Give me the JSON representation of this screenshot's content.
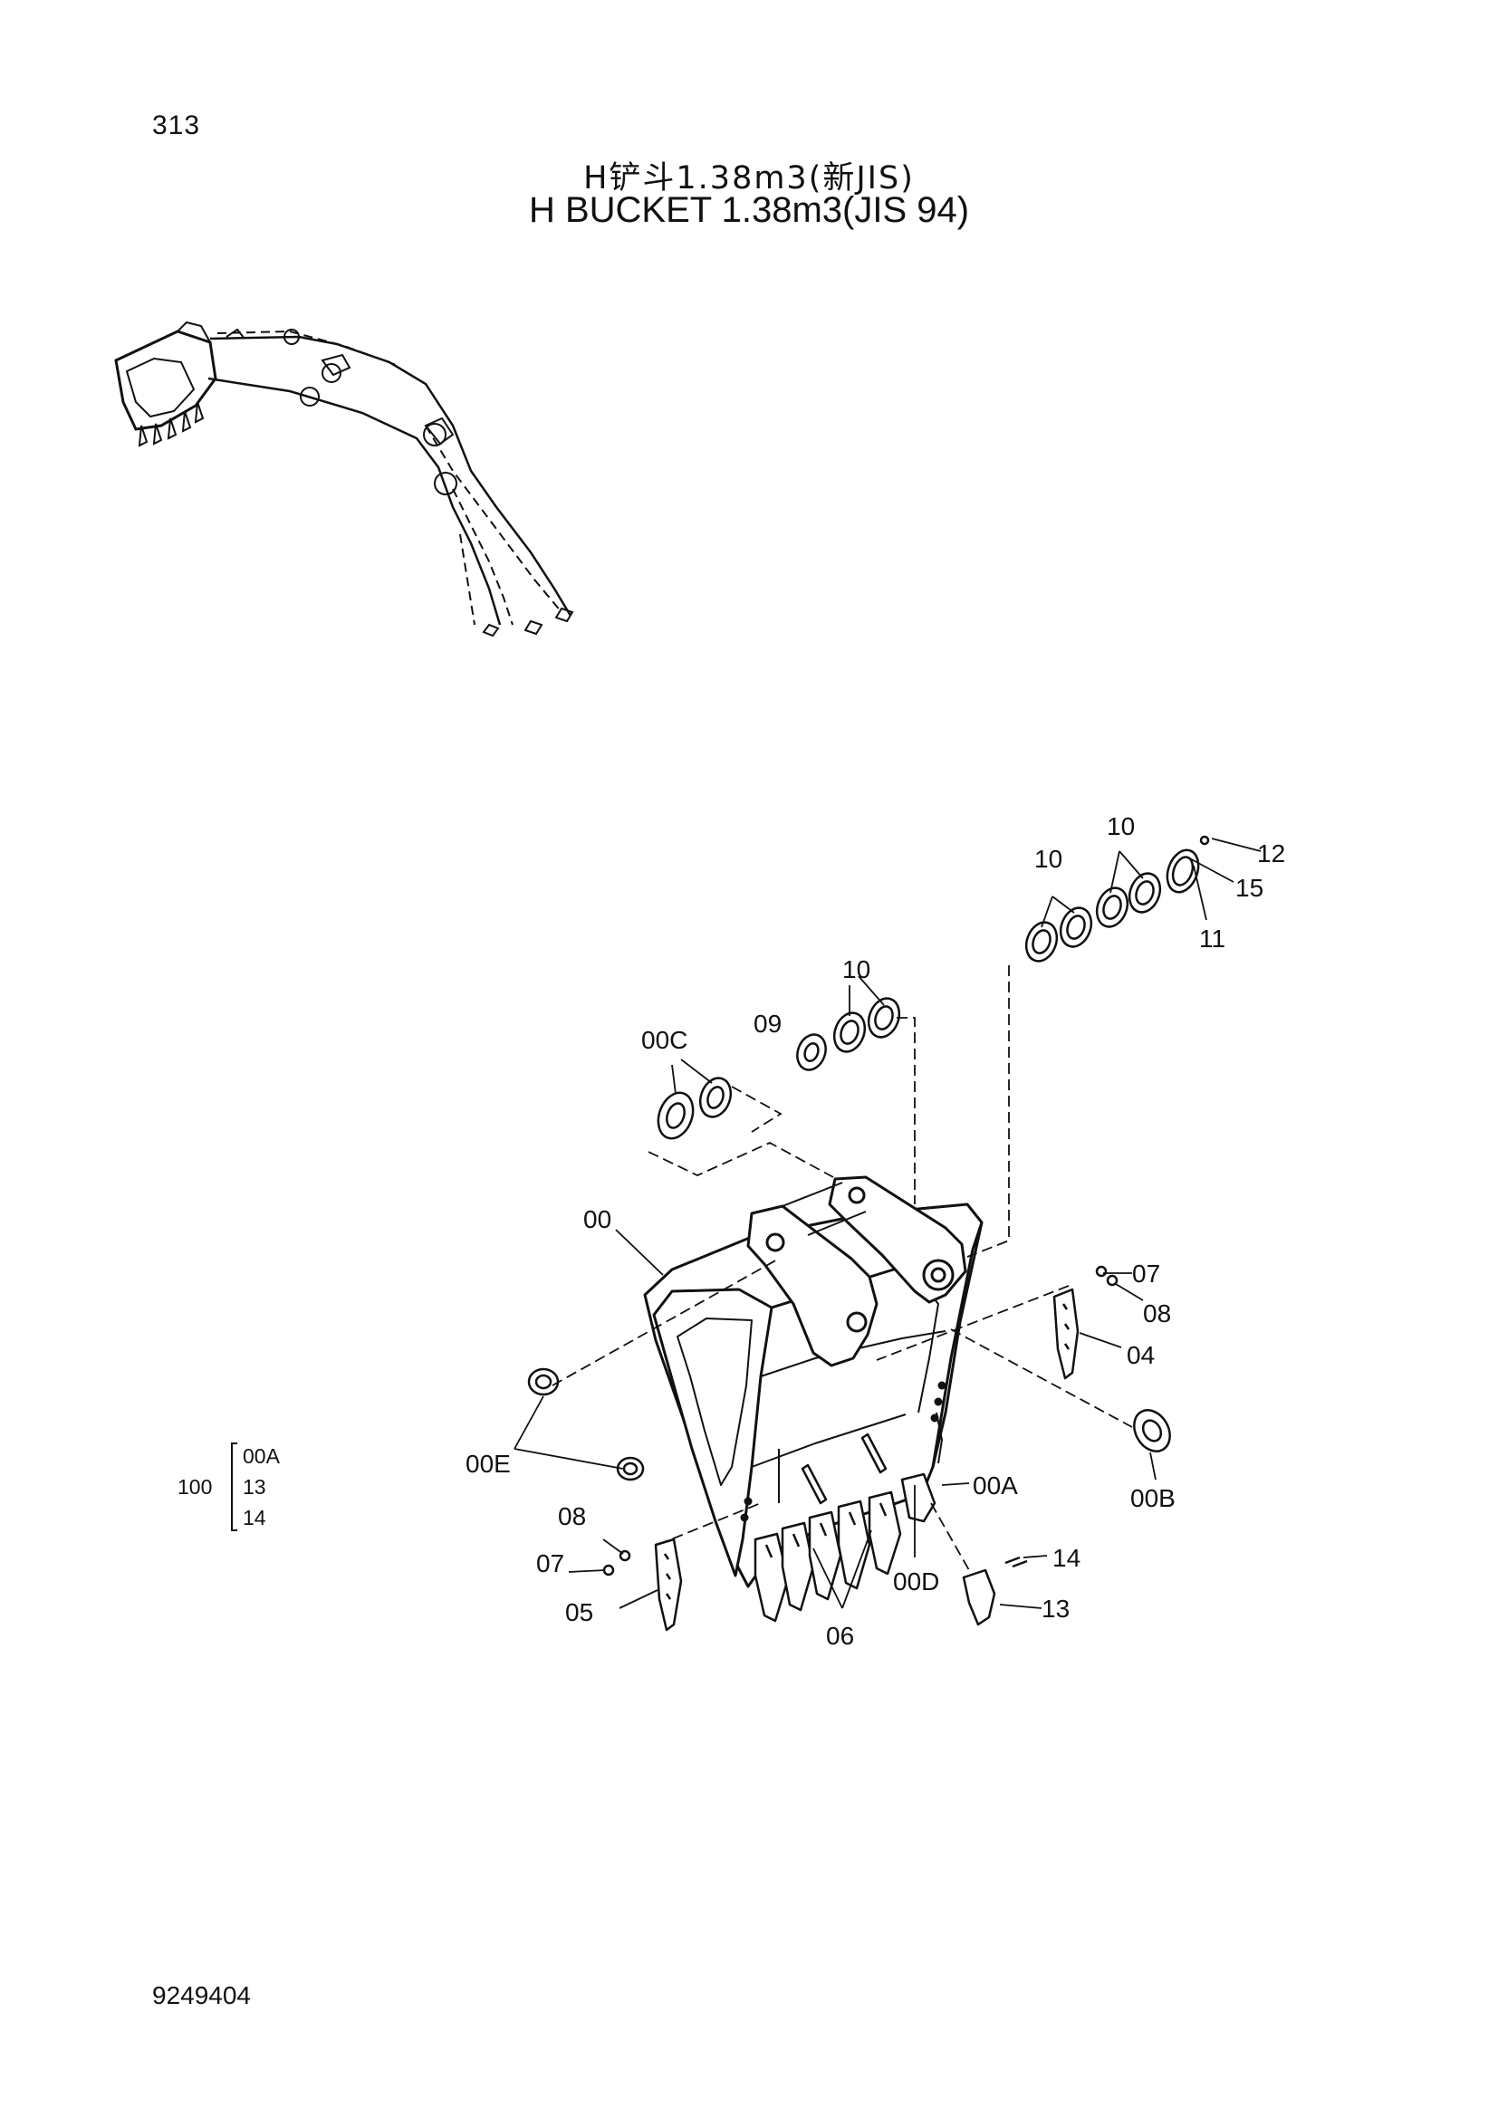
{
  "page_number": "313",
  "title_cn": "H铲斗1.38m3(新JIS)",
  "title_en": "H BUCKET 1.38m3(JIS 94)",
  "document_id": "9249404",
  "callouts": {
    "c_10_a": "10",
    "c_10_b": "10",
    "c_10_c": "10",
    "c_12": "12",
    "c_15": "15",
    "c_11": "11",
    "c_00C": "00C",
    "c_09": "09",
    "c_00": "00",
    "c_07_r": "07",
    "c_08_r": "08",
    "c_04": "04",
    "c_00B": "00B",
    "c_00E": "00E",
    "c_00A": "00A",
    "c_08_l": "08",
    "c_07_l": "07",
    "c_05": "05",
    "c_06": "06",
    "c_00D": "00D",
    "c_14": "14",
    "c_13": "13"
  },
  "kit": {
    "number": "100",
    "items": [
      "00A",
      "13",
      "14"
    ]
  }
}
